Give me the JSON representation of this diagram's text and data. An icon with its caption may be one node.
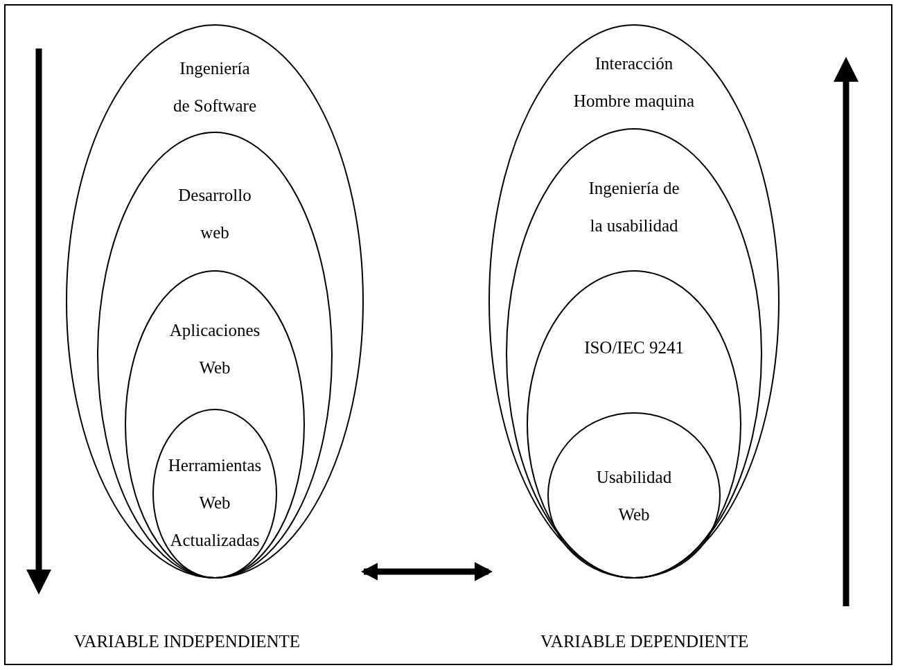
{
  "diagram": {
    "nodes": [
      {
        "text": [
          "Ingeniería de Software"
        ]
      },
      {
        "text": [
          "Desarrollo web"
        ],
        "in": 0
      },
      {
        "text": [
          "Aplicaciones Web"
        ],
        "in": 1
      },
      {
        "text": [
          "Herramientas Web Actualizadas"
        ],
        "in": 2
      },
      {
        "text": [
          "Interacción Hombre maquina"
        ]
      },
      {
        "text": [
          "Ingeniería de la usabilidad"
        ],
        "in": 4
      },
      {
        "text": [
          "ISO/IEC 9241"
        ],
        "in": 5
      },
      {
        "text": [
          "Usabilidad Web"
        ],
        "in": 6
      }
    ],
    "edges": [
      {
        "from": 0,
        "to": 4,
        "arrow": "both"
      }
    ],
    "labels": [
      "VARIABLE INDEPENDIENTE",
      "VARIABLE DEPENDIENTE"
    ]
  }
}
